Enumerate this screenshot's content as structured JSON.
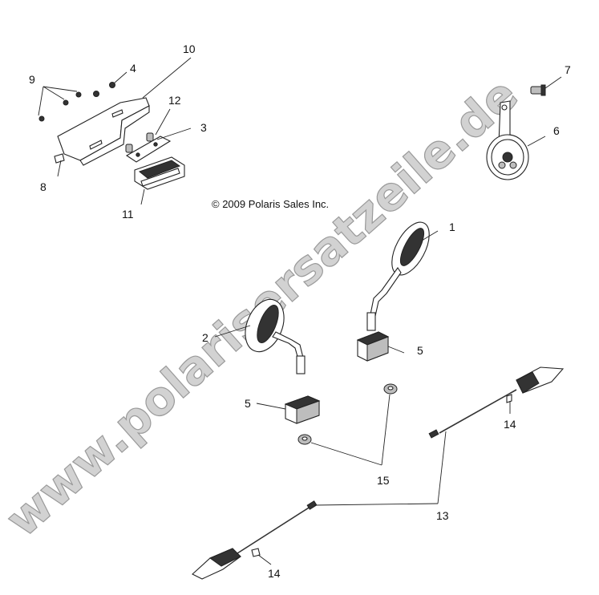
{
  "copyright": "© 2009 Polaris Sales Inc.",
  "watermark": "www.polarisersatzeile.de",
  "callouts": [
    "1",
    "2",
    "3",
    "4",
    "5",
    "5",
    "6",
    "7",
    "8",
    "9",
    "10",
    "11",
    "12",
    "13",
    "14",
    "14",
    "15"
  ]
}
